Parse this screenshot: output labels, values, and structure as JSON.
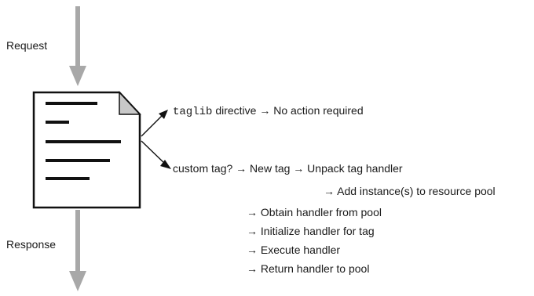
{
  "flow": {
    "request_label": "Request",
    "response_label": "Response"
  },
  "directive": {
    "keyword": "taglib",
    "text": "directive",
    "arrow": "→",
    "result": "No action required"
  },
  "custom": {
    "line1": "custom tag? → New tag → Unpack tag handler",
    "line2": "→ Add instance(s) to resource pool"
  },
  "steps": [
    "→ Obtain handler from pool",
    "→ Initialize handler for tag",
    "→ Execute handler",
    "→ Return handler to pool"
  ],
  "colors": {
    "flow_arrow": "#a8a8a8",
    "ink": "#111111",
    "page_fold": "#c8c8c8"
  }
}
